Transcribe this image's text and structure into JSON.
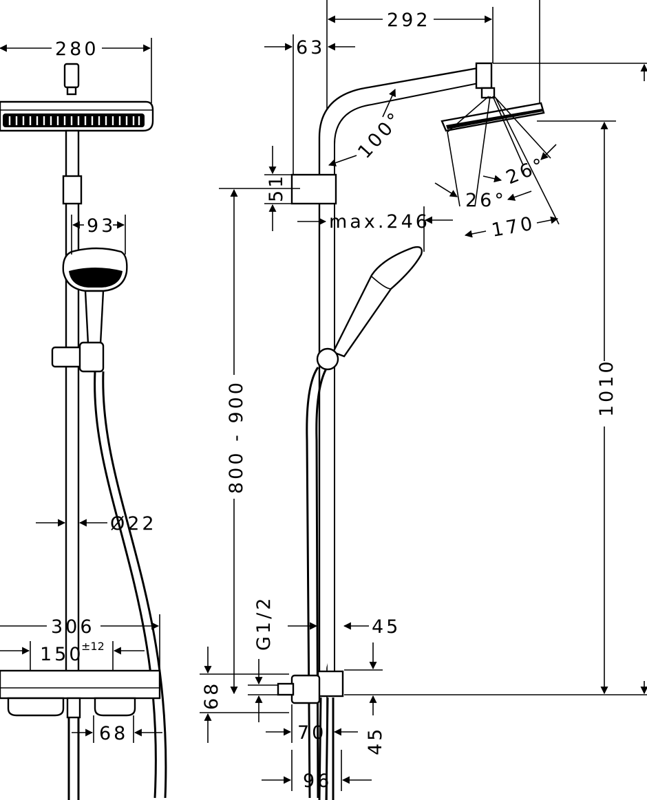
{
  "front_view": {
    "head_width": "280",
    "handshower_width": "93",
    "rail_diameter": "Ø22",
    "mixer_width": "306",
    "inlet_spacing": "150",
    "inlet_spacing_tolerance": "±12",
    "mixer_height": "68",
    "valve_offset": "68"
  },
  "side_view": {
    "arm_projection": "292",
    "wall_to_rail": "63",
    "arm_angle": "100°",
    "holder_height": "51",
    "handshower_reach": "max.246",
    "spray_angle_inner": "26°",
    "spray_angle_outer": "26°",
    "head_diameter": "170",
    "wall_fixing_range": "800 - 900",
    "head_height": "1010",
    "thread": "G1/2",
    "rail_to_pipe": "45",
    "pipe_below": "45",
    "connector_height": "68",
    "connector_width": "70",
    "total_depth": "96"
  }
}
